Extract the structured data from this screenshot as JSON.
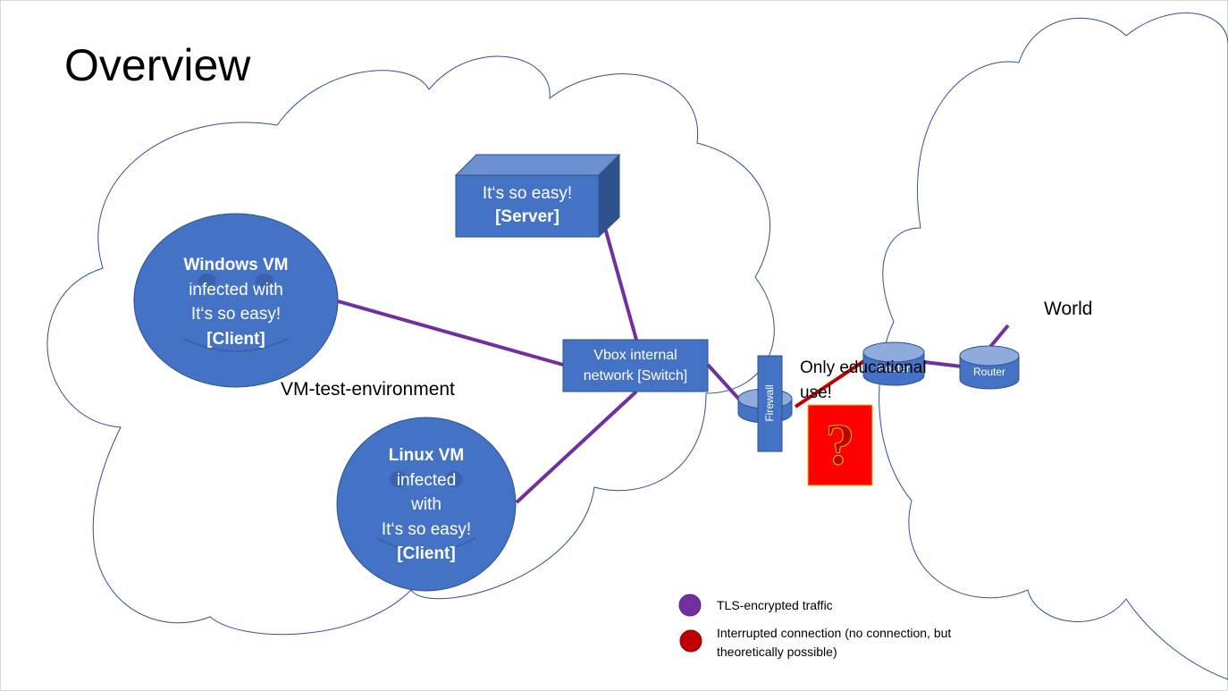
{
  "title": "Overview",
  "colors": {
    "node_fill": "#4472c4",
    "node_stroke": "#2f528f",
    "cloud_stroke": "#2f528f",
    "tls_link": "#7030a0",
    "interrupted_link": "#c00000",
    "question_box": "#ff0000",
    "question_mark": "#c00000"
  },
  "clouds": {
    "vm_environment_label": "VM-test-environment",
    "world_label": "World"
  },
  "nodes": {
    "windows_vm": {
      "title": "Windows VM",
      "line1": "infected with",
      "line2": "It‘s so easy!",
      "role": "[Client]"
    },
    "linux_vm": {
      "title": "Linux VM",
      "line1": "infected",
      "line2": "with",
      "line3": "It‘s so easy!",
      "role": "[Client]"
    },
    "server": {
      "line1": "It‘s so easy!",
      "role": "[Server]"
    },
    "switch": {
      "line1": "Vbox internal",
      "line2": "network [Switch]"
    },
    "firewall": {
      "label": "Firewall"
    },
    "router1": {
      "label": "Router"
    },
    "router2": {
      "label": "Router"
    }
  },
  "annotations": {
    "educational": "Only educational use!",
    "question_icon": "question-mark-icon"
  },
  "legend": [
    {
      "color": "#7030a0",
      "text": "TLS-encrypted traffic"
    },
    {
      "color": "#c00000",
      "text": "Interrupted connection (no connection, but theoretically possible)"
    }
  ]
}
